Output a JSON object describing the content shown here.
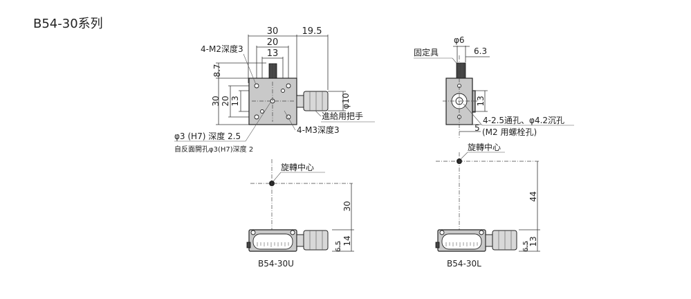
{
  "title": "B54-30系列",
  "top_view": {
    "dim_30": "30",
    "dim_20": "20",
    "dim_13": "13",
    "dim_19_5": "19.5",
    "dim_8_7": "8.7",
    "dim_30_v": "30",
    "dim_20_v": "20",
    "dim_13_v": "13",
    "label_m2": "4-M2深度3",
    "label_handle": "進給用把手",
    "label_m3": "4-M3深度3",
    "label_phi10": "φ10",
    "label_phi3": "φ3 (H7) 深度 2.5",
    "label_phi3_back": "自反面開孔φ3(H7)深度 2"
  },
  "side_view": {
    "label_phi6": "φ6",
    "label_fixture": "固定具",
    "dim_6_3": "6.3",
    "dim_13": "13",
    "dim_5": "5",
    "label_holes": "4-2.5通孔、φ4.2沉孔",
    "label_holes2": "(M2 用螺栓孔)",
    "label_rotation": "旋轉中心"
  },
  "bottom_left": {
    "label_rotation": "旋轉中心",
    "dim_30": "30",
    "dim_14": "14",
    "dim_6_5": "6.5",
    "model": "B54-30U"
  },
  "bottom_right": {
    "dim_44": "44",
    "dim_13": "13",
    "dim_6_5": "6.5",
    "model": "B54-30L"
  }
}
